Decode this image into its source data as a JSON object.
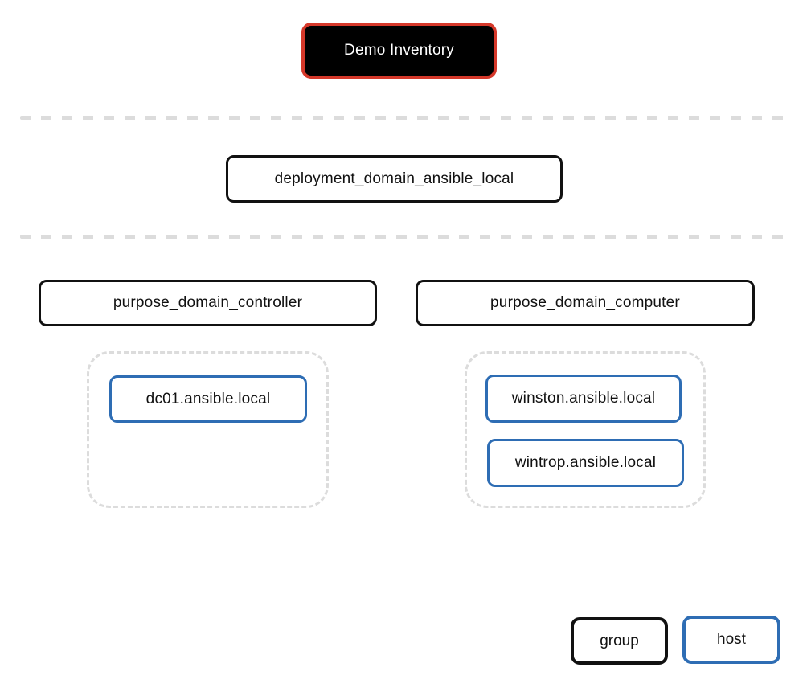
{
  "inventory": {
    "title": "Demo Inventory"
  },
  "groups": {
    "deployment": {
      "label": "deployment_domain_ansible_local"
    },
    "columns": [
      {
        "label": "purpose_domain_controller",
        "hosts": [
          "dc01.ansible.local"
        ]
      },
      {
        "label": "purpose_domain_computer",
        "hosts": [
          "winston.ansible.local",
          "wintrop.ansible.local"
        ]
      }
    ]
  },
  "legend": {
    "group_label": "group",
    "host_label": "host"
  },
  "colors": {
    "red": "#d5382a",
    "blue": "#2e6db4",
    "dash": "#dcdcdc",
    "ink": "#111111",
    "root_bg": "#000000",
    "node_bg": "#ffffff"
  }
}
